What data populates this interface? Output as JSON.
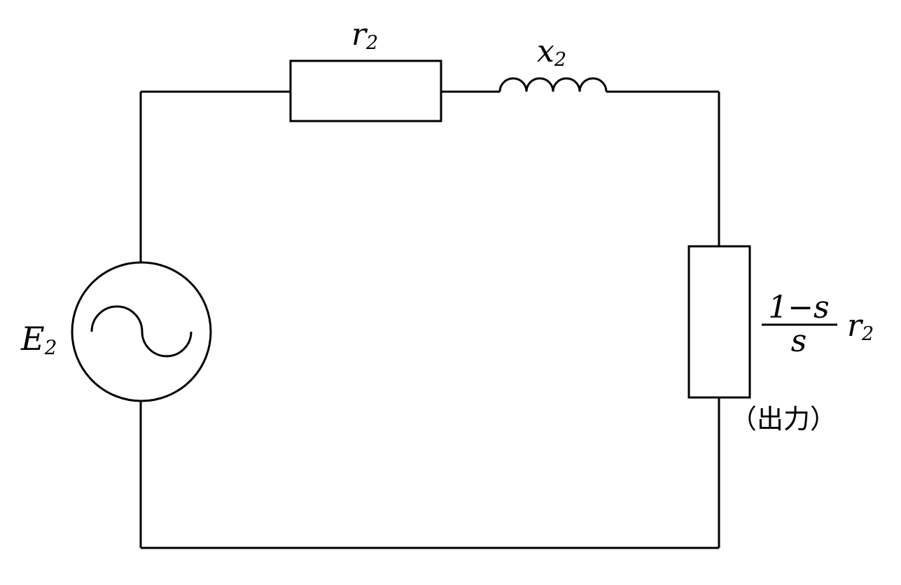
{
  "labels": {
    "r2_top": {
      "main": "r",
      "sub": "2"
    },
    "x2": {
      "main": "x",
      "sub": "2"
    },
    "e2": {
      "main": "E",
      "sub": "2"
    },
    "load": {
      "numerator": "1−s",
      "denominator": "s",
      "factor": {
        "main": "r",
        "sub": "2"
      },
      "note": "（出力）"
    }
  },
  "icons": {
    "source": "ac-voltage-source-icon",
    "resistor": "resistor-icon",
    "inductor": "inductor-icon",
    "load": "load-resistor-icon"
  },
  "colors": {
    "stroke": "#000000",
    "background": "#ffffff"
  }
}
